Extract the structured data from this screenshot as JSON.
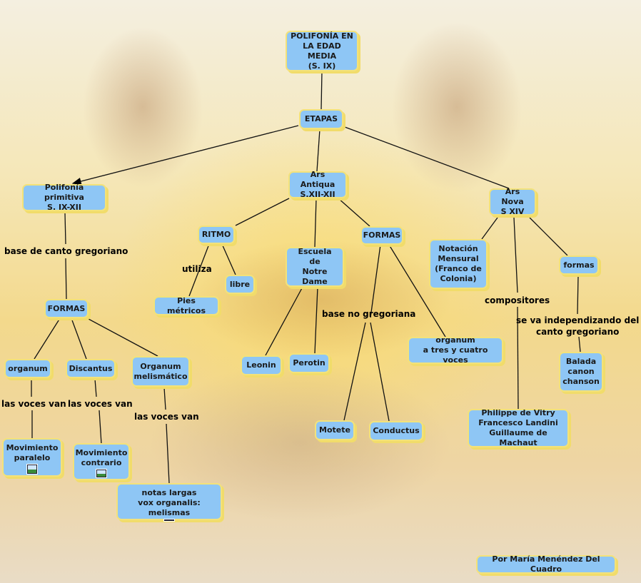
{
  "nodes": {
    "title": "POLIFONÍA EN\nLA EDAD MEDIA\n(S. IX)",
    "etapas": "ETAPAS",
    "polifonia_primitiva": "Polifonía primitiva\nS. IX-XII",
    "ars_antiqua": "Ars Antiqua\nS.XII-XII",
    "ars_nova": "Ars Nova\nS XIV",
    "ritmo": "RITMO",
    "formas_antiqua": "FORMAS",
    "escuela": "Escuela\nde\nNotre Dame",
    "notacion": "Notación\nMensural\n(Franco de\nColonia)",
    "formas_nova": "formas",
    "libre": "libre",
    "pies_metricos": "Pies métricos",
    "formas_primitiva": "FORMAS",
    "organum_tres": "organum\na tres y cuatro voces",
    "balada": "Balada\ncanon\nchanson",
    "organum": "organum",
    "discantus": "Discantus",
    "organum_melismatico": "Organum\nmelismático",
    "leonin": "Leonin",
    "perotin": "Perotin",
    "motete": "Motete",
    "conductus": "Conductus",
    "compositores_nova": "Philippe de Vitry\nFrancesco Landini\nGuillaume de Machaut",
    "mov_paralelo": "Movimiento\nparalelo",
    "mov_contrario": "Movimiento\ncontrario",
    "notas_largas": "notas largas\nvox organalis: melismas",
    "author": "Por María Menéndez Del Cuadro"
  },
  "labels": {
    "utiliza": "utiliza",
    "base_gregoriano": "base de canto gregoriano",
    "base_no_gregoriana": "base no gregoriana",
    "compositores": "compositores",
    "independizando": "se va independizando del\ncanto gregoriano",
    "voces_1": "las voces van",
    "voces_2": "las voces van",
    "voces_3": "las voces van"
  },
  "colors": {
    "node_fill": "#8ec6f5",
    "node_border": "#f3e27a"
  }
}
